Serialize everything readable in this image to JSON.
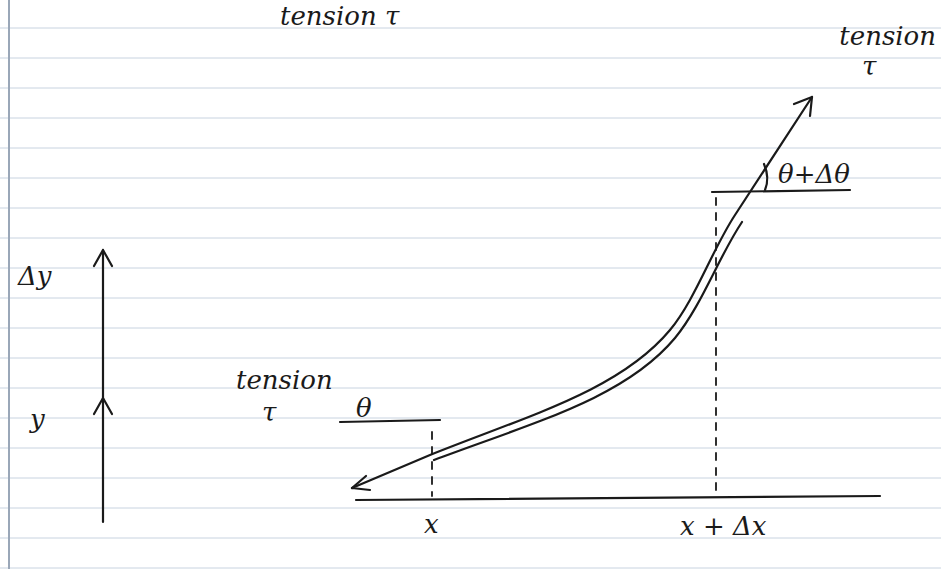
{
  "diagram": {
    "labels": [
      "tension τ",
      "tension",
      "τ",
      "θ+Δθ",
      "Δy",
      "y",
      "tension",
      "τ",
      "θ",
      "x",
      "x + Δx"
    ]
  }
}
